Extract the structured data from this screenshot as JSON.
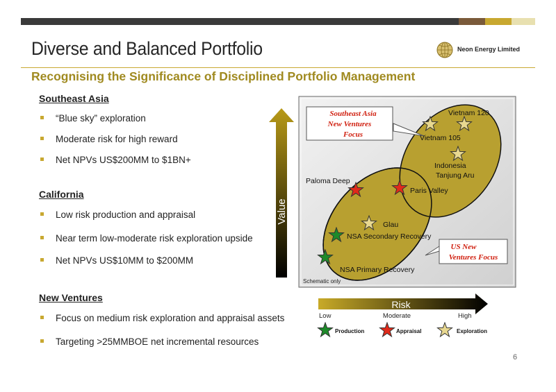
{
  "header": {
    "title": "Diverse and Balanced Portfolio",
    "subtitle": "Recognising the Significance of Disciplined Portfolio Management",
    "company": "Neon Energy Limited"
  },
  "sections": [
    {
      "heading": "Southeast Asia",
      "bullets": [
        "“Blue sky” exploration",
        "Moderate risk for high reward",
        "Net NPVs US$200MM to $1BN+"
      ]
    },
    {
      "heading": "California",
      "bullets": [
        "Low risk production and appraisal",
        "Near term low-moderate risk exploration upside",
        "Net NPVs US$10MM to $200MM"
      ]
    },
    {
      "heading": "New Ventures",
      "bullets": [
        "Focus on medium risk exploration and appraisal assets",
        "Targeting >25MMBOE net incremental resources"
      ]
    }
  ],
  "diagram": {
    "y_axis_label": "Value",
    "x_axis_label": "Risk",
    "x_ticks": [
      "Low",
      "Moderate",
      "High"
    ],
    "note": "Schematic only",
    "callouts": {
      "sea": [
        "Southeast Asia",
        "New Ventures",
        "Focus"
      ],
      "us": [
        "US New",
        "Ventures Focus"
      ]
    },
    "assets": [
      {
        "label": "Vietnam 120",
        "type": "Exploration"
      },
      {
        "label": "Vietnam 105",
        "type": "Exploration"
      },
      {
        "label": "Indonesia",
        "type": "Exploration"
      },
      {
        "label": "Tanjung Aru",
        "type": "Exploration"
      },
      {
        "label": "Paloma Deep",
        "type": "Appraisal"
      },
      {
        "label": "Paris Valley",
        "type": "Appraisal"
      },
      {
        "label": "Glau",
        "type": "Exploration"
      },
      {
        "label": "NSA Secondary Recovery",
        "type": "Production"
      },
      {
        "label": "NSA Primary Recovery",
        "type": "Production"
      }
    ],
    "legend": [
      {
        "label": "Production",
        "color": "#1e8a2a"
      },
      {
        "label": "Appraisal",
        "color": "#e02a1a"
      },
      {
        "label": "Exploration",
        "color": "#e8d890"
      }
    ]
  },
  "page_number": "6"
}
